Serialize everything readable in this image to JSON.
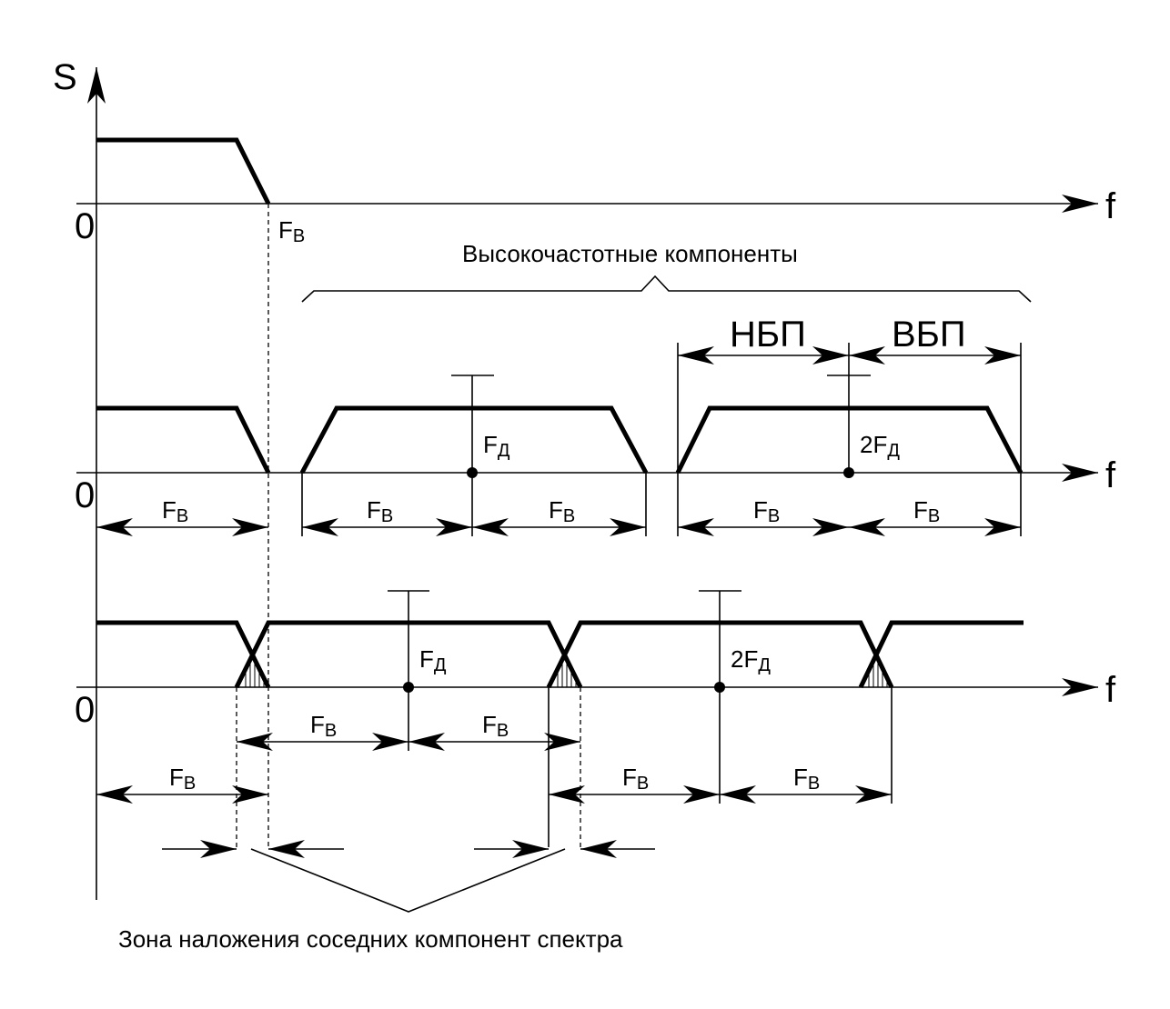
{
  "axes": {
    "y_label": "S",
    "x_label": "f",
    "origin_label": "0"
  },
  "labels": {
    "fv": "F",
    "fv_sub": "В",
    "fd": "F",
    "fd_sub": "Д",
    "two_fd": "2F",
    "two_fd_sub": "Д",
    "high_freq_components": "Высокочастотные компоненты",
    "lower_sideband": "НБП",
    "upper_sideband": "ВБП",
    "overlap_zone": "Зона наложения соседних компонент спектра"
  }
}
